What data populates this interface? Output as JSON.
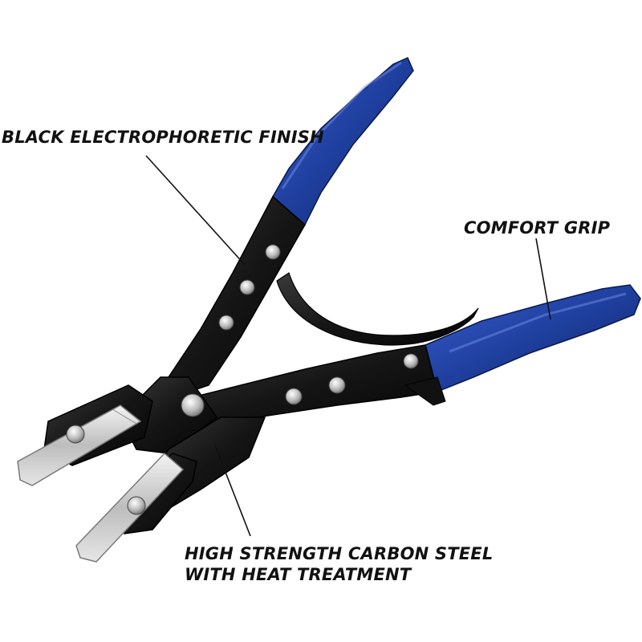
{
  "callouts": {
    "finish": "BLACK ELECTROPHORETIC FINISH",
    "grip": "COMFORT GRIP",
    "steel_line1": "HIGH STRENGTH CARBON STEEL",
    "steel_line2": "WITH HEAT TREATMENT"
  },
  "colors": {
    "grip_blue": "#1f3f9e",
    "steel_black": "#1a1a1a",
    "chrome": "#d9d9d9",
    "label_text": "#111111"
  }
}
